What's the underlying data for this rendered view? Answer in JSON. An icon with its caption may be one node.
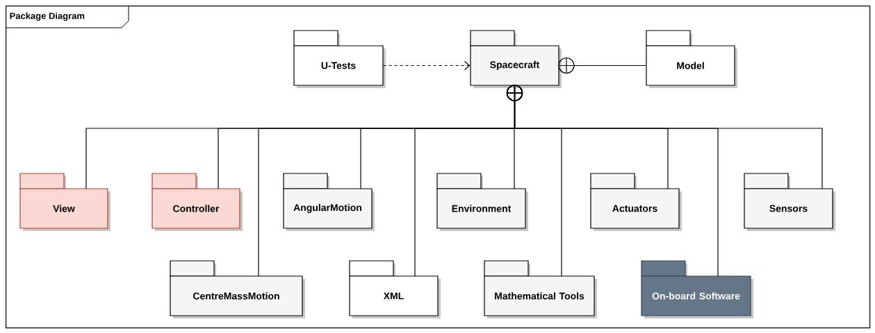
{
  "diagram": {
    "nodes": [
      {
        "text": [
          "Package Diagram"
        ]
      },
      {
        "text": [
          "U-Tests"
        ],
        "in": 0
      },
      {
        "text": [
          "Spacecraft"
        ],
        "in": 0
      },
      {
        "text": [
          "Model"
        ],
        "in": 0
      },
      {
        "text": [
          "View"
        ],
        "in": 0
      },
      {
        "text": [
          "Controller"
        ],
        "in": 0
      },
      {
        "text": [
          "AngularMotion"
        ],
        "in": 0
      },
      {
        "text": [
          "Environment"
        ],
        "in": 0
      },
      {
        "text": [
          "Actuators"
        ],
        "in": 0
      },
      {
        "text": [
          "Sensors"
        ],
        "in": 0
      },
      {
        "text": [
          "CentreMassMotion"
        ],
        "in": 0
      },
      {
        "text": [
          "XML"
        ],
        "in": 0
      },
      {
        "text": [
          "Mathematical Tools"
        ],
        "in": 0
      },
      {
        "text": [
          "On-board Software"
        ],
        "in": 0
      }
    ],
    "edges": [
      {
        "from": 1,
        "to": 2,
        "arrow": "to",
        "style": "dashed"
      },
      {
        "from": 2,
        "to": 3,
        "arrow": "other"
      },
      {
        "from": 2,
        "to": 4,
        "arrow": "other"
      },
      {
        "from": 2,
        "to": 5,
        "arrow": "other"
      },
      {
        "from": 2,
        "to": 10,
        "arrow": "other"
      },
      {
        "from": 2,
        "to": 6,
        "arrow": "other"
      },
      {
        "from": 2,
        "to": 11,
        "arrow": "other"
      },
      {
        "from": 2,
        "to": 7,
        "arrow": "other"
      },
      {
        "from": 2,
        "to": 12,
        "arrow": "other"
      },
      {
        "from": 2,
        "to": 8,
        "arrow": "other"
      },
      {
        "from": 2,
        "to": 13,
        "arrow": "other"
      },
      {
        "from": 2,
        "to": 9,
        "arrow": "other"
      }
    ]
  }
}
